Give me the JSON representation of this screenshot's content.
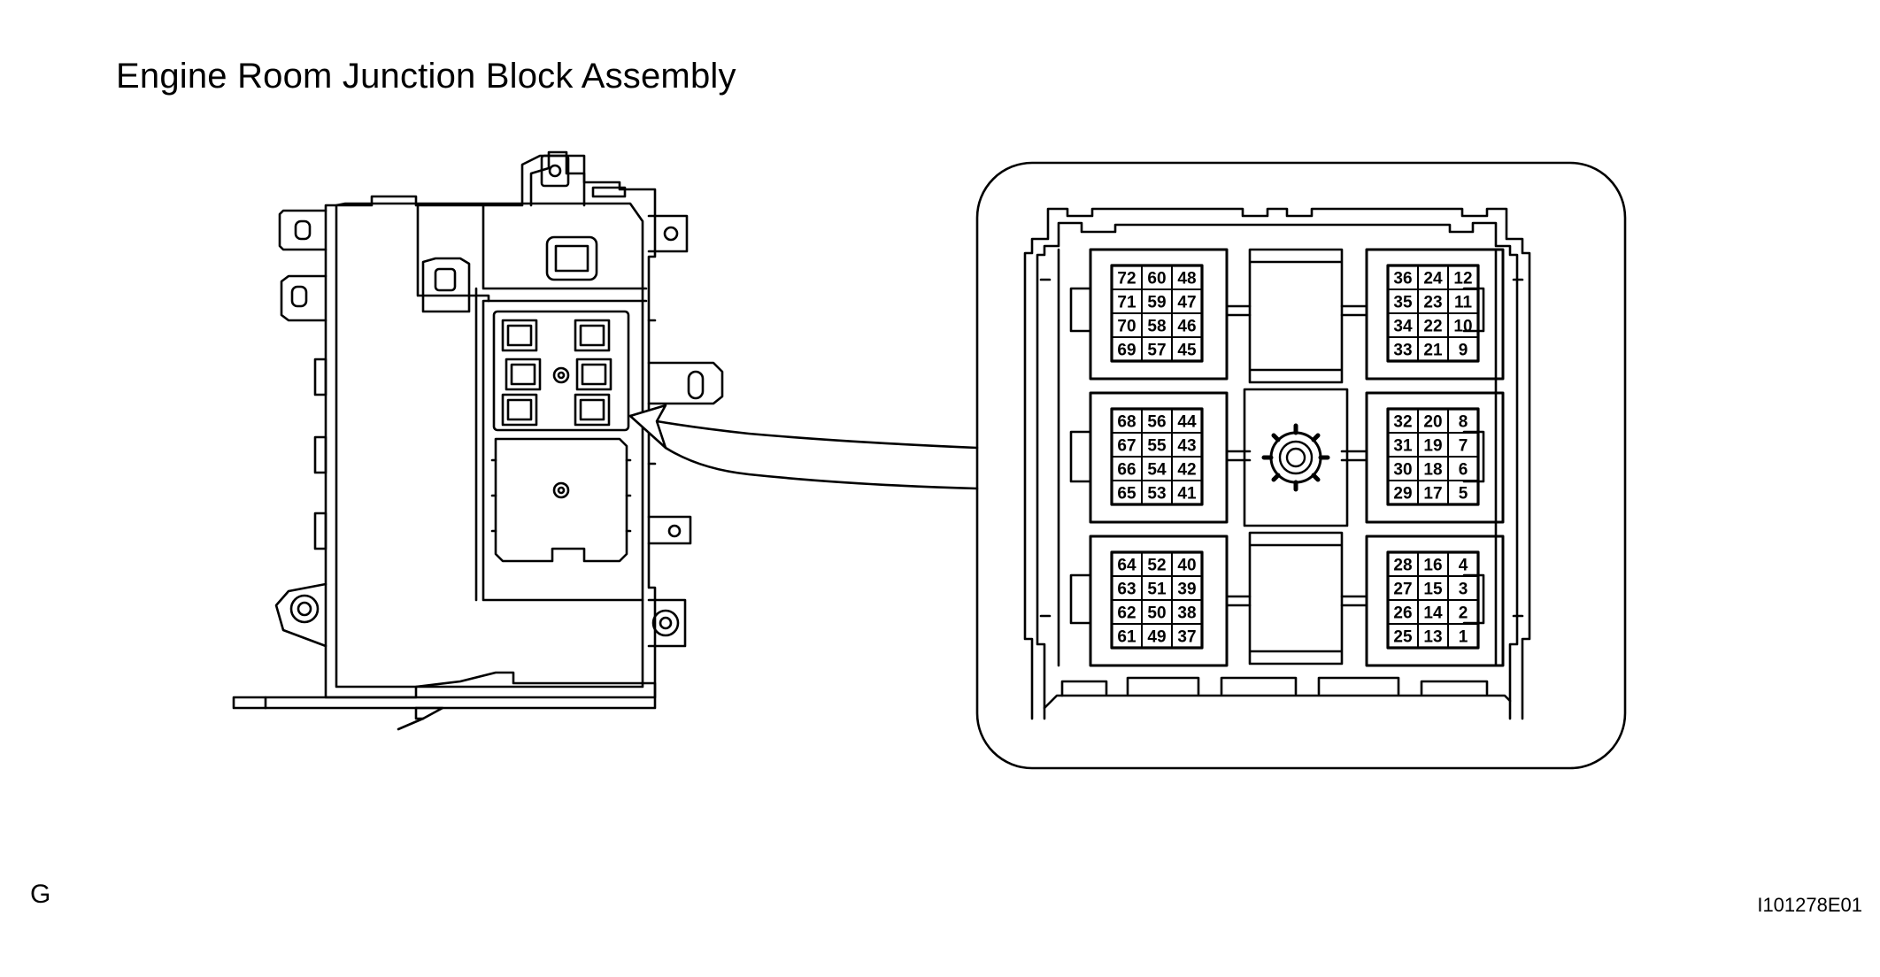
{
  "title": "Engine Room Junction Block Assembly",
  "corner_label": "G",
  "figure_id": "I101278E01",
  "connector_blocks": [
    {
      "position": "top-left",
      "rows": [
        [
          "72",
          "60",
          "48"
        ],
        [
          "71",
          "59",
          "47"
        ],
        [
          "70",
          "58",
          "46"
        ],
        [
          "69",
          "57",
          "45"
        ]
      ]
    },
    {
      "position": "top-right",
      "rows": [
        [
          "36",
          "24",
          "12"
        ],
        [
          "35",
          "23",
          "11"
        ],
        [
          "34",
          "22",
          "10"
        ],
        [
          "33",
          "21",
          "9"
        ]
      ]
    },
    {
      "position": "middle-left",
      "rows": [
        [
          "68",
          "56",
          "44"
        ],
        [
          "67",
          "55",
          "43"
        ],
        [
          "66",
          "54",
          "42"
        ],
        [
          "65",
          "53",
          "41"
        ]
      ]
    },
    {
      "position": "middle-right",
      "rows": [
        [
          "32",
          "20",
          "8"
        ],
        [
          "31",
          "19",
          "7"
        ],
        [
          "30",
          "18",
          "6"
        ],
        [
          "29",
          "17",
          "5"
        ]
      ]
    },
    {
      "position": "bottom-left",
      "rows": [
        [
          "64",
          "52",
          "40"
        ],
        [
          "63",
          "51",
          "39"
        ],
        [
          "62",
          "50",
          "38"
        ],
        [
          "61",
          "49",
          "37"
        ]
      ]
    },
    {
      "position": "bottom-right",
      "rows": [
        [
          "28",
          "16",
          "4"
        ],
        [
          "27",
          "15",
          "3"
        ],
        [
          "26",
          "14",
          "2"
        ],
        [
          "25",
          "13",
          "1"
        ]
      ]
    }
  ]
}
